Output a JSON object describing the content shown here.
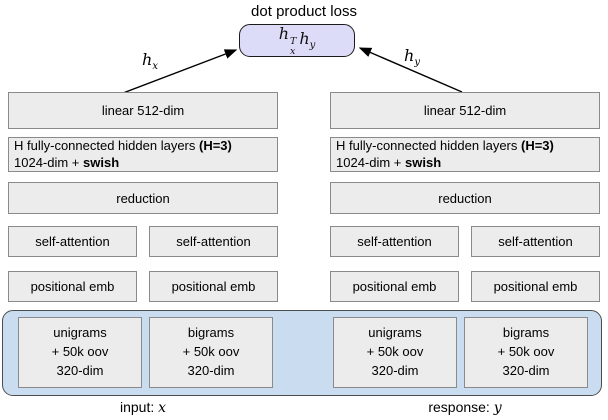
{
  "title": "dot product loss",
  "colors": {
    "score_fill": "#dcdcf8",
    "box_fill": "#ececec",
    "box_border": "#8a8a8a",
    "band_fill": "#c9dcf0",
    "arrow": "#000000"
  },
  "score_box": {
    "base1": "h",
    "sup1": "T",
    "sub1": "x",
    "base2": "h",
    "sub2": "y"
  },
  "arrow_labels": {
    "left_base": "h",
    "left_sub": "x",
    "right_base": "h",
    "right_sub": "y"
  },
  "tower_rows": {
    "linear": "linear 512-dim",
    "hidden_line1_normal": "H fully-connected hidden layers ",
    "hidden_line1_bold": "(H=3)",
    "hidden_line2_normal": "1024-dim + ",
    "hidden_line2_bold": "swish",
    "reduction": "reduction",
    "self_attention": "self-attention",
    "positional": "positional emb",
    "unigrams": [
      "unigrams",
      "+ 50k oov",
      "320-dim"
    ],
    "bigrams": [
      "bigrams",
      "+ 50k oov",
      "320-dim"
    ]
  },
  "footer": {
    "input_prefix": "input: ",
    "input_var": "x",
    "response_prefix": "response: ",
    "response_var": "y"
  }
}
